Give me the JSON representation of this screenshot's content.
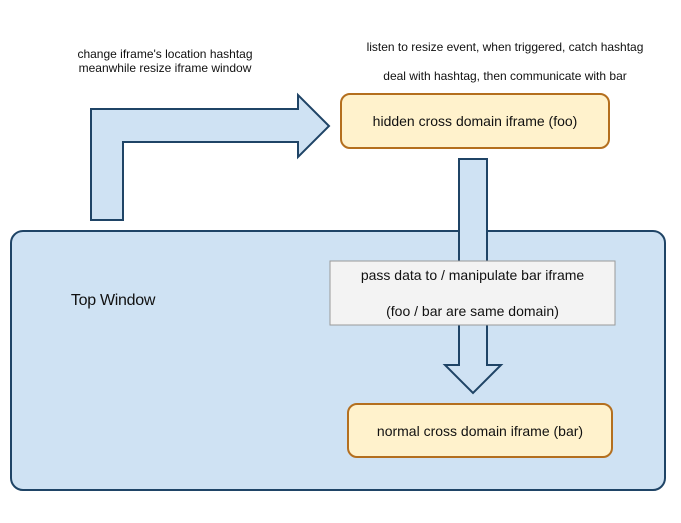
{
  "colors": {
    "window_fill": "#cfe2f3",
    "window_stroke": "#1f4466",
    "arrow_fill": "#cfe2f3",
    "arrow_stroke": "#1f4466",
    "iframe_fill": "#fff2cc",
    "iframe_stroke": "#b46f1e",
    "note_fill": "#f3f3f3",
    "note_stroke": "#999999"
  },
  "annotations": {
    "left_line1": "change iframe's location hashtag",
    "left_line2": "meanwhile resize iframe window",
    "right_line1": "listen to resize event, when triggered, catch hashtag",
    "right_line2": "deal with hashtag, then communicate with bar"
  },
  "nodes": {
    "foo_iframe": "hidden cross domain iframe (foo)",
    "top_window": "Top Window",
    "bar_iframe": "normal cross domain iframe (bar)"
  },
  "pass_box": {
    "line1": "pass data to / manipulate bar iframe",
    "line2": "(foo / bar are same domain)"
  }
}
